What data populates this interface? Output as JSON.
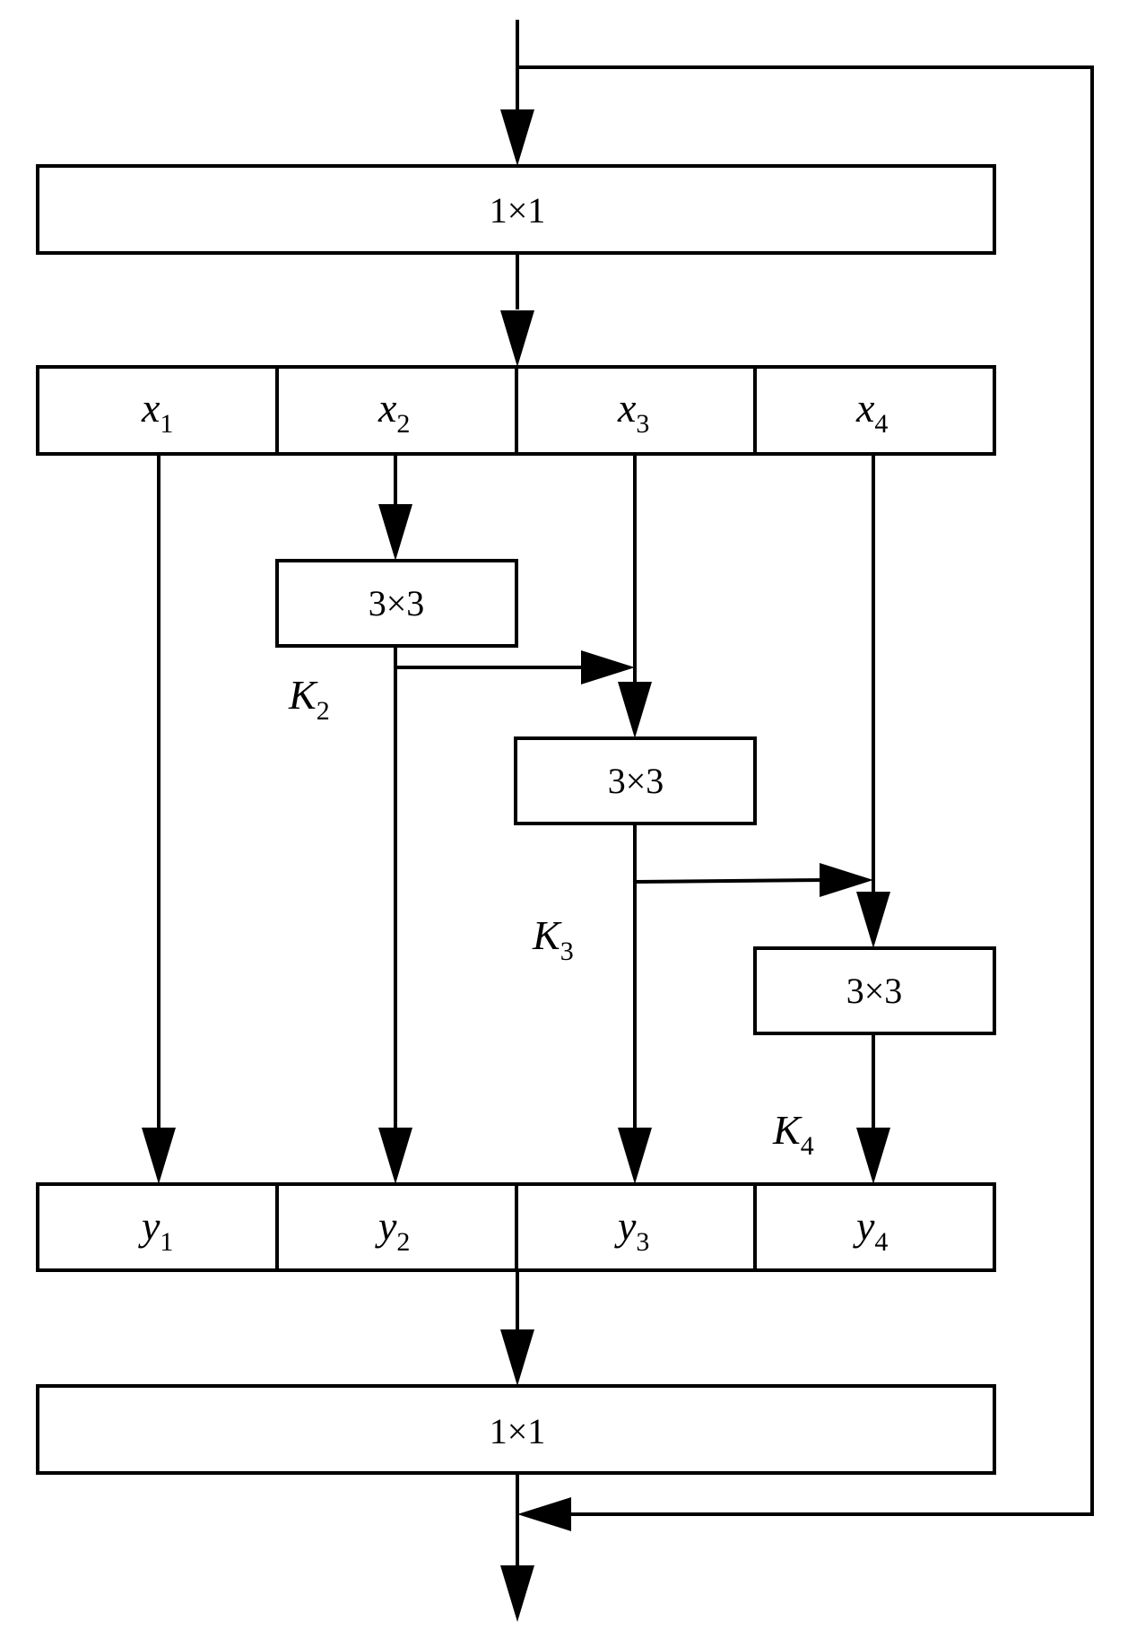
{
  "blocks": {
    "conv_top": "1×1",
    "conv_k2": "3×3",
    "conv_k3": "3×3",
    "conv_k4": "3×3",
    "conv_bottom": "1×1"
  },
  "splits": {
    "x": [
      {
        "base": "x",
        "sub": "1"
      },
      {
        "base": "x",
        "sub": "2"
      },
      {
        "base": "x",
        "sub": "3"
      },
      {
        "base": "x",
        "sub": "4"
      }
    ],
    "y": [
      {
        "base": "y",
        "sub": "1"
      },
      {
        "base": "y",
        "sub": "2"
      },
      {
        "base": "y",
        "sub": "3"
      },
      {
        "base": "y",
        "sub": "4"
      }
    ]
  },
  "kernels": [
    {
      "base": "K",
      "sub": "2"
    },
    {
      "base": "K",
      "sub": "3"
    },
    {
      "base": "K",
      "sub": "4"
    }
  ]
}
